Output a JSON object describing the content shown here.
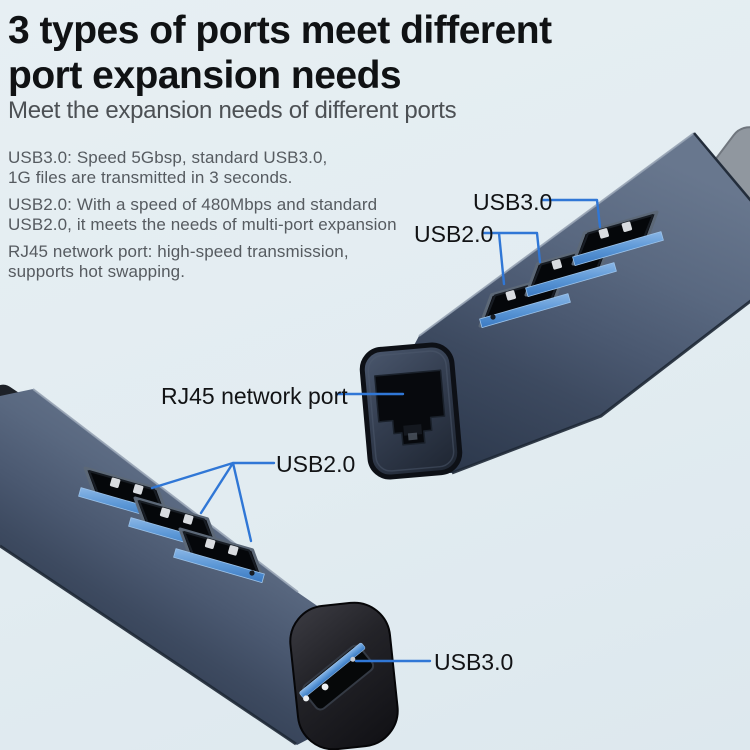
{
  "header": {
    "title_line1": "3 types of ports meet different",
    "title_line2": "port expansion needs",
    "subtitle": "Meet the expansion needs of different ports"
  },
  "features": [
    {
      "line1": "USB3.0: Speed 5Gbsp, standard USB3.0,",
      "line2": "1G files are transmitted in 3 seconds."
    },
    {
      "line1": "USB2.0: With a speed of 480Mbps and standard",
      "line2": "USB2.0, it meets the needs of multi-port expansion"
    },
    {
      "line1": "RJ45 network port: high-speed transmission,",
      "line2": "supports hot swapping."
    }
  ],
  "callouts": {
    "top_usb3": "USB3.0",
    "top_usb2": "USB2.0",
    "rj45": "RJ45 network port",
    "bottom_usb2": "USB2.0",
    "bottom_usb3": "USB3.0"
  },
  "colors": {
    "background": "#e3edf2",
    "leader_line": "#3077d6",
    "hub_body": "#4e5d74",
    "usb_tongue": "#5d9bd8",
    "port_recess": "#0b0d11"
  }
}
